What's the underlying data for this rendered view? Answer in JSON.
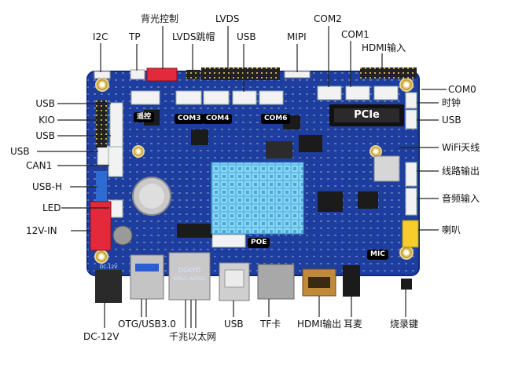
{
  "callouts": {
    "i2c": "I2C",
    "tp": "TP",
    "backlight": "背光控制",
    "lvds": "LVDS",
    "lvds_jumper": "LVDS跳帽",
    "usb_top": "USB",
    "mipi": "MIPI",
    "com2": "COM2",
    "com1": "COM1",
    "hdmi_in": "HDMI输入",
    "com0": "COM0",
    "clock": "时钟",
    "usb_right": "USB",
    "wifi": "WiFi天线",
    "line_out": "线路输出",
    "audio_in": "音频输入",
    "speaker": "喇叭",
    "usb_left1": "USB",
    "kio": "KIO",
    "usb_left2": "USB",
    "usb_left3": "USB",
    "can1": "CAN1",
    "usb_h": "USB-H",
    "led": "LED",
    "power_in": "12V-IN",
    "dc": "DC-12V",
    "otg": "OTG/USB3.0",
    "ethernet": "千兆以太网",
    "usb_bottom": "USB",
    "tf": "TF卡",
    "hdmi_out": "HDMI输出",
    "earphone": "耳麦",
    "flash_key": "烧录键"
  },
  "board_tags": {
    "remote": "遥控",
    "com3": "COM3",
    "com4": "COM4",
    "com6": "COM6",
    "poe": "POE",
    "mic": "MIC",
    "pcie": "PCIe"
  },
  "silkscreen": {
    "brand": "DGKYD",
    "model": "KPU-C-A2YG2",
    "power_tag": "DC-12V"
  },
  "colors": {
    "pcb": "#1d3e9e",
    "pcb_edge": "#12287a",
    "heatsink": "#62bfe9",
    "white_connector": "#f2f2f2",
    "red_connector": "#e22a3c",
    "yellow_connector": "#f6cd2a",
    "leader_line": "#222222"
  }
}
